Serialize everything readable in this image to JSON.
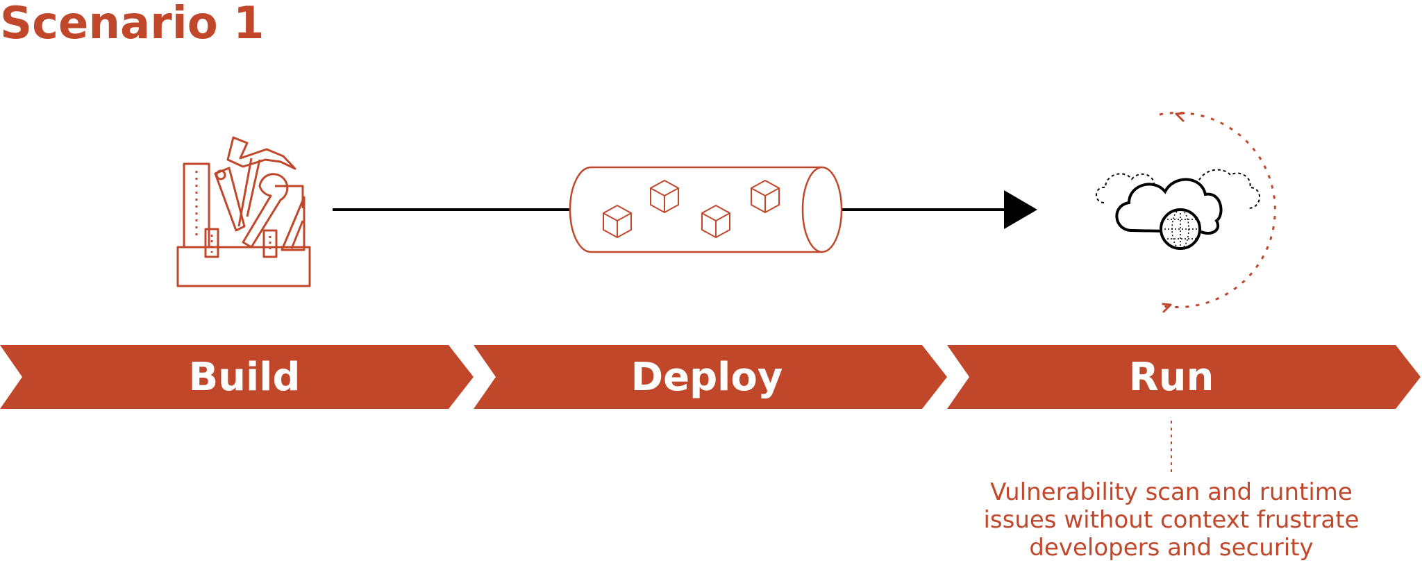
{
  "title": "Scenario 1",
  "stages": [
    {
      "label": "Build"
    },
    {
      "label": "Deploy"
    },
    {
      "label": "Run"
    }
  ],
  "note_lines": [
    "Vulnerability scan and runtime",
    "issues without context frustrate",
    "developers and security"
  ],
  "icons": {
    "build": "toolbox-icon",
    "deploy": "pipeline-cylinder-icon",
    "run": "cloud-globe-icon"
  },
  "colors": {
    "accent": "#C1472A",
    "arrow": "#000000",
    "label_text": "#FFFFFF"
  }
}
